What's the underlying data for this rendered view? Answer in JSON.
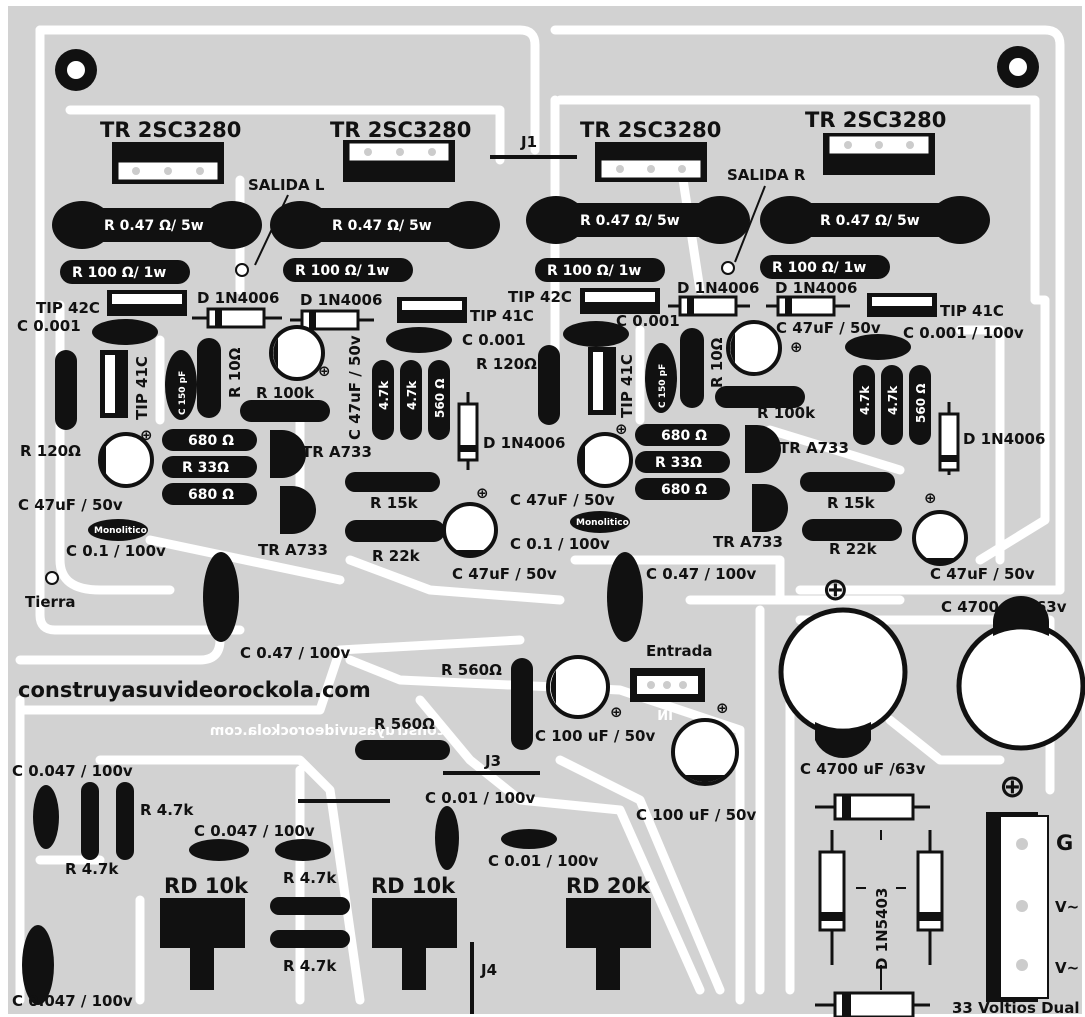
{
  "labels": {
    "tr1": "TR 2SC3280",
    "tr2": "TR 2SC3280",
    "tr3": "TR 2SC3280",
    "tr4": "TR 2SC3280",
    "j1": "J1",
    "j3": "J3",
    "j4": "J4",
    "salida_l": "SALIDA L",
    "salida_r": "SALIDA R",
    "r047": "R 0.47 Ω/ 5w",
    "r100": "R 100 Ω/ 1w",
    "tip42c": "TIP 42C",
    "tip41c": "TIP 41C",
    "tip41c_v": "TIP 41C",
    "d1n4006": "D 1N4006",
    "c0001": "C 0.001",
    "c0001_100v": "C 0.001 / 100v",
    "c47uf_50v": "C 47uF / 50v",
    "c47uf_50v_b": "C 47uF / 50v",
    "c47uf_50v_sp": "C 47uF / 50v",
    "c47uf_v": "C 47uF / 50v",
    "c150pf": "C 150 pF",
    "r10": "R 10Ω",
    "r100k": "R 100k",
    "r120": "R 120Ω",
    "r680": "680 Ω",
    "r33": "R 33Ω",
    "r4_7k_v": "4.7k",
    "r560_v": "560 Ω",
    "tra733": "TR A733",
    "r15k": "R 15k",
    "r22k": "R 22k",
    "monolitico": "Monolitico",
    "c01_100v": "C 0.1 / 100v",
    "tierra": "Tierra",
    "c047_100v": "C 0.47 / 100v",
    "entrada": "Entrada",
    "in": "IN",
    "r560": "R 560Ω",
    "c100uf_50v": "C 100 uF / 50v",
    "c4700": "C 4700 uF /63v",
    "website": "construyasuvideorockola.com",
    "website_small": "construyasuvideorockola.com",
    "c0047_100v": "C 0.047 / 100v",
    "r4_7k": "R 4.7k",
    "c001_100v": "C 0.01 / 100v",
    "rd10k": "RD 10k",
    "rd20k": "RD 20k",
    "d1n5403": "D 1N5403",
    "g": "G",
    "vac": "V~",
    "voltios": "33 Voltios Dual",
    "plus": "⊕"
  },
  "colors": {
    "copper": "#d2d2d2",
    "background": "#ffffff",
    "silkscreen": "#111111",
    "text_inverse": "#ffffff"
  }
}
